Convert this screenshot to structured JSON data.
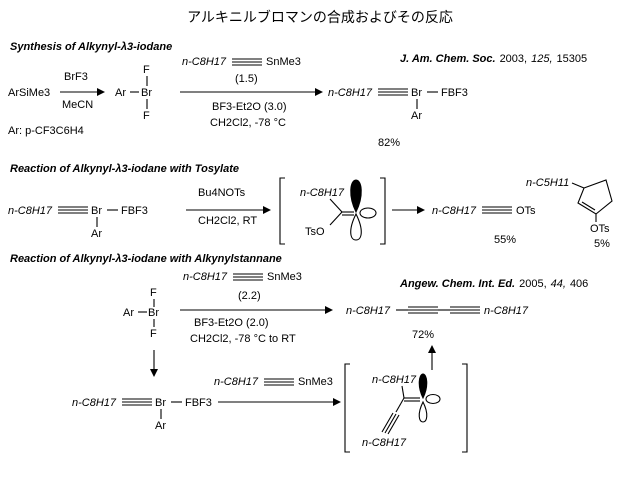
{
  "title": "アルキニルブロマンの合成およびその反応",
  "sections": {
    "synthesis": {
      "heading": "Synthesis of Alkynyl-λ3-iodane",
      "journal": "J. Am. Chem. Soc.",
      "journal_year": "2003,",
      "journal_volume": "125,",
      "journal_pages": "15305",
      "reactant": "ArSiMe3",
      "reagent_top": "BrF3",
      "reagent_bottom": "MeCN",
      "ar_note": "Ar: p-CF3C6H4",
      "intermediate_f_top": "F",
      "intermediate_ar": "Ar",
      "intermediate_br": "Br",
      "intermediate_f_bottom": "F",
      "stannane_prefix": "n-C8H17",
      "stannane_suffix": "SnMe3",
      "equiv": "(1.5)",
      "cond_1": "BF3-Et2O (3.0)",
      "cond_2": "CH2Cl2, -78 °C",
      "product_alkyl": "n-C8H17",
      "product_br": "Br",
      "product_bf": "FBF3",
      "product_ar": "Ar",
      "yield": "82%"
    },
    "tosylate": {
      "heading": "Reaction of Alkynyl-λ3-iodane with Tosylate",
      "reactant_alkyl": "n-C8H17",
      "reactant_br": "Br",
      "reactant_bf": "FBF3",
      "reactant_ar": "Ar",
      "reagent": "Bu4NOTs",
      "condition": "CH2Cl2, RT",
      "intermediate_alkyl": "n-C8H17",
      "intermediate_ots": "TsO",
      "product1_alkyl": "n-C8H17",
      "product1_ots": "OTs",
      "product1_yield": "55%",
      "product2_alkyl": "n-C5H11",
      "product2_ots": "OTs",
      "product2_yield": "5%"
    },
    "stannane": {
      "heading": "Reaction of Alkynyl-λ3-iodane with Alkynylstannane",
      "journal": "Angew. Chem. Int. Ed.",
      "journal_year": "2005,",
      "journal_volume": "44,",
      "journal_pages": "406",
      "reactant_f_top": "F",
      "reactant_ar": "Ar",
      "reactant_br": "Br",
      "reactant_f_bottom": "F",
      "stannane_prefix": "n-C8H17",
      "stannane_suffix": "SnMe3",
      "equiv": "(2.2)",
      "cond_1": "BF3-Et2O (2.0)",
      "cond_2": "CH2Cl2, -78 °C to RT",
      "diyne_left": "n-C8H17",
      "diyne_right": "n-C8H17",
      "yield": "72%",
      "bromane_alkyl": "n-C8H17",
      "bromane_br": "Br",
      "bromane_bf": "FBF3",
      "bromane_ar": "Ar",
      "stannane2_prefix": "n-C8H17",
      "stannane2_suffix": "SnMe3",
      "intermediate_top": "n-C8H17",
      "intermediate_bottom": "n-C8H17"
    }
  }
}
